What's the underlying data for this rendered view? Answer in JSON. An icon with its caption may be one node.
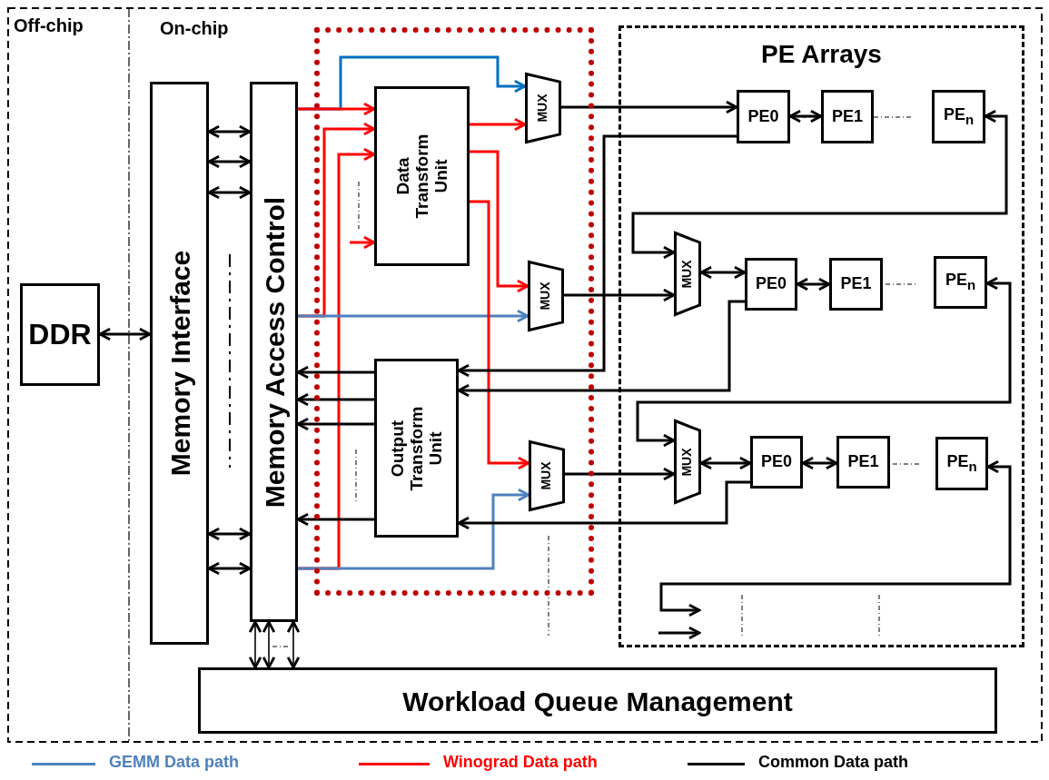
{
  "diagram": {
    "nodes": [
      {
        "text": [
          "DDR"
        ]
      },
      {
        "text": [
          "Memory Interface"
        ]
      },
      {
        "text": [
          "Memory Access Control"
        ]
      },
      {
        "text": [],
        "shape": "box"
      },
      {
        "text": [
          "Data Transform Unit"
        ],
        "in": 3
      },
      {
        "text": [
          "MUX"
        ],
        "in": 3
      },
      {
        "text": [
          "MUX"
        ],
        "in": 3
      },
      {
        "text": [
          "Output Transform Unit"
        ],
        "in": 3
      },
      {
        "text": [
          "MUX"
        ],
        "in": 3
      },
      {
        "text": [
          "PE Arrays"
        ]
      },
      {
        "text": [
          "PE0"
        ],
        "in": 9
      },
      {
        "text": [
          "PE1"
        ],
        "in": 9
      },
      {
        "text": [
          "PE$_{n}$"
        ],
        "in": 9
      },
      {
        "text": [
          "MUX"
        ],
        "in": 9
      },
      {
        "text": [
          "PE0"
        ],
        "in": 9
      },
      {
        "text": [
          "PE1"
        ],
        "in": 9
      },
      {
        "text": [
          "PE$_{n}$"
        ],
        "in": 9
      },
      {
        "text": [
          "MUX"
        ],
        "in": 9
      },
      {
        "text": [
          "PE0"
        ],
        "in": 9
      },
      {
        "text": [
          "PE1"
        ],
        "in": 9
      },
      {
        "text": [
          "PE$_{n}$"
        ],
        "in": 9
      },
      {
        "text": [
          "Workload Queue Management"
        ]
      }
    ],
    "edges": [
      {
        "from": 0,
        "to": 1,
        "arrow": "both"
      },
      {
        "from": 1,
        "to": 2,
        "arrow": "both"
      },
      {
        "from": 1,
        "to": 2,
        "arrow": "both"
      },
      {
        "from": 1,
        "to": 2,
        "arrow": "both"
      },
      {
        "from": 1,
        "to": 2,
        "arrow": "both"
      },
      {
        "from": 1,
        "to": 2,
        "arrow": "both"
      },
      {
        "from": 2,
        "to": 21,
        "arrow": "both"
      },
      {
        "from": 2,
        "to": 21,
        "arrow": "both"
      },
      {
        "from": 2,
        "to": 21,
        "arrow": "both"
      },
      {
        "from": 2,
        "to": 5,
        "arrow": "to",
        "color": "#0070c0"
      },
      {
        "from": 2,
        "to": 4,
        "arrow": "to",
        "color": "#ff0000"
      },
      {
        "from": 2,
        "to": 4,
        "arrow": "to",
        "color": "#ff0000"
      },
      {
        "from": 2,
        "to": 4,
        "arrow": "to",
        "color": "#ff0000"
      },
      {
        "from": null,
        "to": 4,
        "arrow": "to",
        "color": "#ff0000"
      },
      {
        "from": 2,
        "to": 6,
        "arrow": "to",
        "color": "#4f81bd"
      },
      {
        "from": 2,
        "to": 8,
        "arrow": "to",
        "color": "#4f81bd"
      },
      {
        "from": 4,
        "to": 5,
        "arrow": "to",
        "color": "#ff0000"
      },
      {
        "from": 4,
        "to": 6,
        "arrow": "to",
        "color": "#ff0000"
      },
      {
        "from": 4,
        "to": 8,
        "arrow": "to",
        "color": "#ff0000"
      },
      {
        "from": 7,
        "to": 2,
        "arrow": "to"
      },
      {
        "from": 7,
        "to": 2,
        "arrow": "to"
      },
      {
        "from": 7,
        "to": 2,
        "arrow": "to"
      },
      {
        "from": 7,
        "to": 2,
        "arrow": "to"
      },
      {
        "from": 5,
        "to": 10,
        "arrow": "to"
      },
      {
        "from": 10,
        "to": 7,
        "arrow": "to"
      },
      {
        "from": 10,
        "to": 11,
        "arrow": "both"
      },
      {
        "from": 12,
        "to": 13,
        "arrow": "both"
      },
      {
        "from": 6,
        "to": 13,
        "arrow": "to"
      },
      {
        "from": 13,
        "to": 14,
        "arrow": "both"
      },
      {
        "from": 14,
        "to": 15,
        "arrow": "both"
      },
      {
        "from": 14,
        "to": 7,
        "arrow": "to"
      },
      {
        "from": 16,
        "to": 17,
        "arrow": "both"
      },
      {
        "from": 8,
        "to": 17,
        "arrow": "to"
      },
      {
        "from": 17,
        "to": 18,
        "arrow": "both"
      },
      {
        "from": 18,
        "to": 19,
        "arrow": "both"
      },
      {
        "from": 18,
        "to": 7,
        "arrow": "to"
      },
      {
        "from": 20,
        "to": null,
        "arrow": "both"
      }
    ],
    "labels": [
      "Off-chip",
      "On-chip"
    ],
    "legend": [
      {
        "text": "GEMM Data path",
        "color": "#4f81bd"
      },
      {
        "text": "Winograd Data path",
        "color": "#ff0000"
      },
      {
        "text": "Common Data path",
        "color": "#000000"
      }
    ]
  }
}
